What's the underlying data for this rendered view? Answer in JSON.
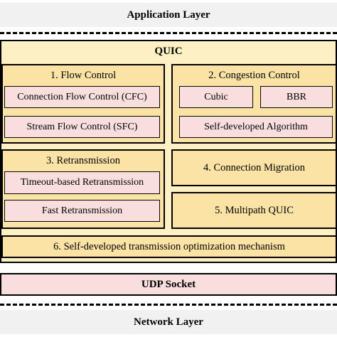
{
  "application_layer": "Application Layer",
  "quic": {
    "title": "QUIC",
    "flow_control": {
      "title": "1. Flow Control",
      "cfc": "Connection Flow Control (CFC)",
      "sfc": "Stream Flow Control (SFC)"
    },
    "congestion_control": {
      "title": "2. Congestion Control",
      "cubic": "Cubic",
      "bbr": "BBR",
      "self_developed": "Self-developed Algorithm"
    },
    "retransmission": {
      "title": "3. Retransmission",
      "timeout": "Timeout-based Retransmission",
      "fast": "Fast Retransmission"
    },
    "connection_migration": "4. Connection Migration",
    "multipath": "5. Multipath QUIC",
    "optimization": "6. Self-developed transmission optimization mechanism"
  },
  "udp_socket": "UDP Socket",
  "network_layer": "Network Layer"
}
